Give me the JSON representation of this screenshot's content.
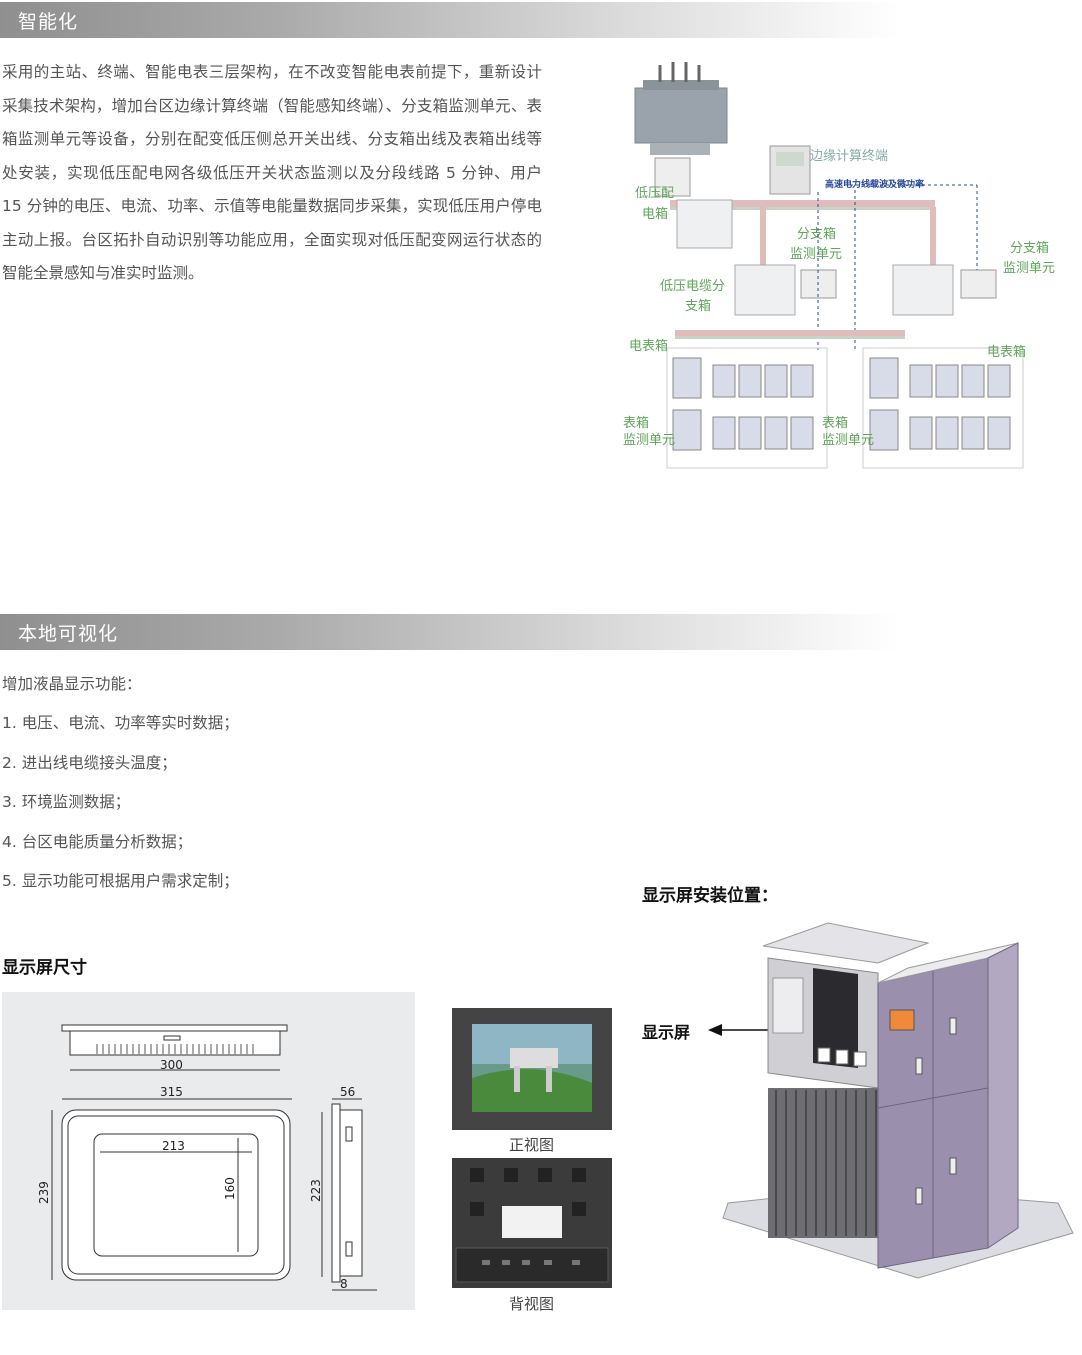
{
  "section1": {
    "title": "智能化",
    "paragraph": "采用的主站、终端、智能电表三层架构，在不改变智能电表前提下，重新设计采集技术架构，增加台区边缘计算终端（智能感知终端）、分支箱监测单元、表箱监测单元等设备，分别在配变低压侧总开关出线、分支箱出线及表箱出线等处安装，实现低压配电网各级低压开关状态监测以及分段线路 5 分钟、用户 15 分钟的电压、电流、功率、示值等电能量数据同步采集，实现低压用户停电主动上报。台区拓扑自动识别等功能应用，全面实现对低压配变网运行状态的智能全景感知与准实时监测。",
    "diagram_labels": {
      "edge_terminal": "边缘计算终端",
      "carrier": "高速电力线载波及微功率",
      "lv_cabinet_1": "低压配",
      "lv_cabinet_2": "电箱",
      "branch_unit_left_1": "分支箱",
      "branch_unit_left_2": "监测单元",
      "branch_unit_right_1": "分支箱",
      "branch_unit_right_2": "监测单元",
      "cable_box_1": "低压电缆分",
      "cable_box_2": "支箱",
      "meter_box_left": "电表箱",
      "meter_box_right": "电表箱",
      "meter_unit_left_1": "表箱",
      "meter_unit_left_2": "监测单元",
      "meter_unit_mid_1": "表箱",
      "meter_unit_mid_2": "监测单元"
    }
  },
  "section2": {
    "title": "本地可视化",
    "intro": "增加液晶显示功能：",
    "items": [
      "1. 电压、电流、功率等实时数据；",
      "2. 进出线电缆接头温度；",
      "3. 环境监测数据；",
      "4. 台区电能质量分析数据；",
      "5. 显示功能可根据用户需求定制；"
    ]
  },
  "dimensions": {
    "heading": "显示屏尺寸",
    "d300": "300",
    "d315": "315",
    "d213": "213",
    "d239": "239",
    "d160": "160",
    "d56": "56",
    "d223": "223",
    "d8": "8"
  },
  "views": {
    "front_caption": "正视图",
    "back_caption": "背视图"
  },
  "install": {
    "heading": "显示屏安装位置：",
    "screen_label": "显示屏"
  },
  "colors": {
    "label_green": "#5fa55a",
    "carrier_blue": "#2a4a9a",
    "cabinet_purple": "#9b8fae"
  }
}
